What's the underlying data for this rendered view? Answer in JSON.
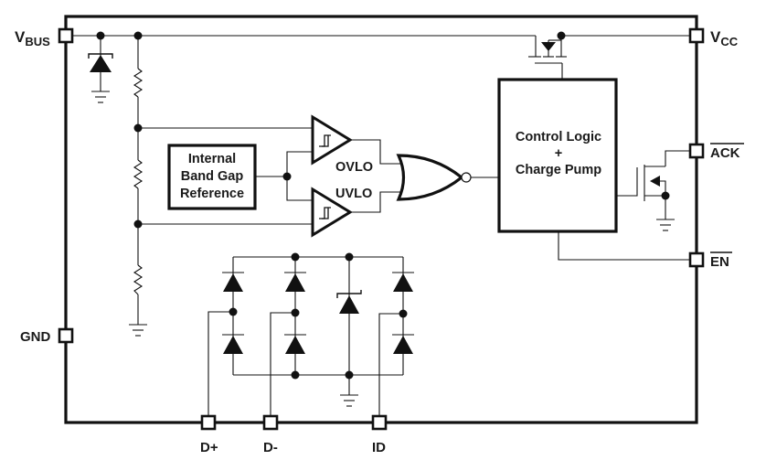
{
  "diagram": {
    "type": "block-diagram",
    "title": "USB OVP switch functional block diagram",
    "pins": {
      "vbus": {
        "main": "V",
        "sub": "BUS"
      },
      "vcc": {
        "main": "V",
        "sub": "CC"
      },
      "gnd": "GND",
      "ack": "ACK",
      "en": "EN",
      "dplus": "D+",
      "dminus": "D-",
      "id": "ID"
    },
    "blocks": {
      "bandgap": [
        "Internal",
        "Band Gap",
        "Reference"
      ],
      "control": [
        "Control Logic",
        "+",
        "Charge Pump"
      ]
    },
    "signals": {
      "ovlo": "OVLO",
      "uvlo": "UVLO"
    },
    "colors": {
      "ink": "#111111",
      "background": "#ffffff"
    }
  }
}
